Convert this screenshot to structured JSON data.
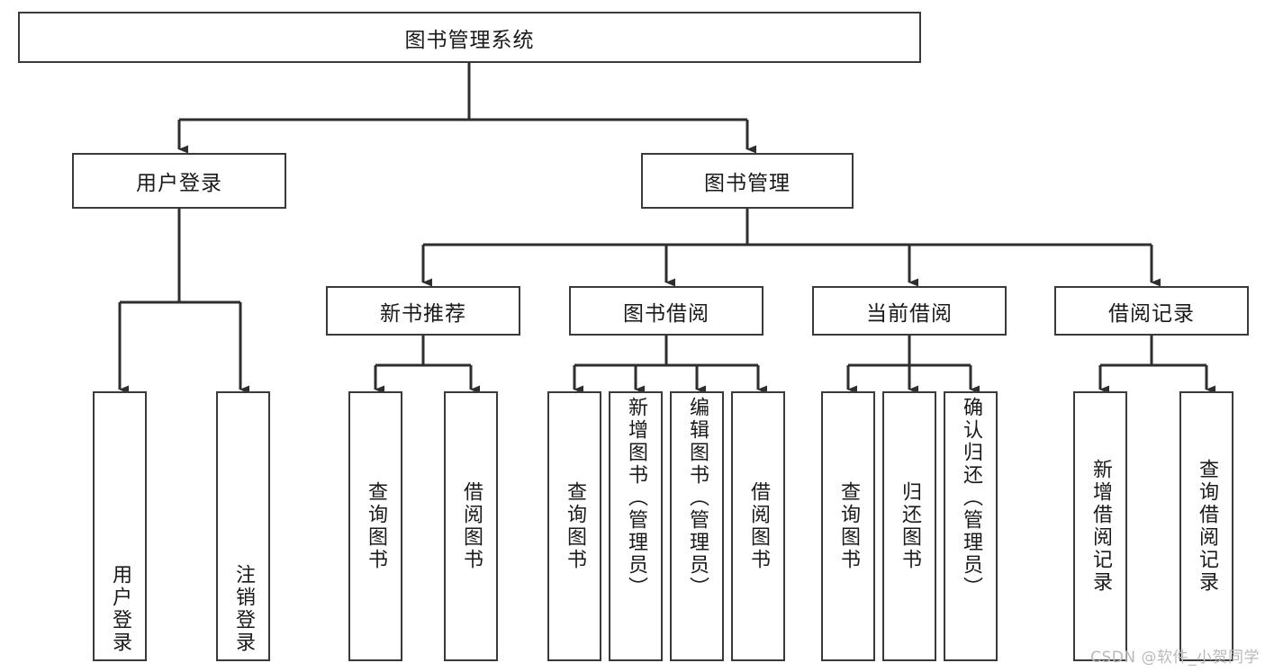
{
  "diagram": {
    "title": "图书管理系统",
    "type": "tree",
    "watermark": "CSDN @软件_小贺同学",
    "colors": {
      "box_border": "#3a3a3a",
      "box_fill": "#ffffff",
      "edge": "#2e2e2e",
      "text": "#1a1a1a",
      "watermark": "#b9b9b9"
    },
    "root": {
      "id": "root",
      "label": "图书管理系统"
    },
    "level2": [
      {
        "id": "user-login",
        "label": "用户登录"
      },
      {
        "id": "book-manage",
        "label": "图书管理"
      }
    ],
    "level3": [
      {
        "id": "new-book-rec",
        "label": "新书推荐",
        "parent": "book-manage"
      },
      {
        "id": "book-borrow",
        "label": "图书借阅",
        "parent": "book-manage"
      },
      {
        "id": "current-borrow",
        "label": "当前借阅",
        "parent": "book-manage"
      },
      {
        "id": "borrow-record",
        "label": "借阅记录",
        "parent": "book-manage"
      }
    ],
    "leaves": {
      "user_login": [
        {
          "id": "leaf-user-login",
          "label": "用户登录"
        },
        {
          "id": "leaf-user-logout",
          "label": "注销登录"
        }
      ],
      "new_book_rec": [
        {
          "id": "leaf-query-book-1",
          "label": "查询图书"
        },
        {
          "id": "leaf-borrow-book-1",
          "label": "借阅图书"
        }
      ],
      "book_borrow": [
        {
          "id": "leaf-query-book-2",
          "label": "查询图书"
        },
        {
          "id": "leaf-add-book",
          "label": "新增图书（管理员）"
        },
        {
          "id": "leaf-edit-book",
          "label": "编辑图书（管理员）"
        },
        {
          "id": "leaf-borrow-book-2",
          "label": "借阅图书"
        }
      ],
      "current_borrow": [
        {
          "id": "leaf-query-book-3",
          "label": "查询图书"
        },
        {
          "id": "leaf-return-book",
          "label": "归还图书"
        },
        {
          "id": "leaf-confirm-return",
          "label": "确认归还（管理员）"
        }
      ],
      "borrow_record": [
        {
          "id": "leaf-add-record",
          "label": "新增借阅记录"
        },
        {
          "id": "leaf-query-record",
          "label": "查询借阅记录"
        }
      ]
    }
  }
}
